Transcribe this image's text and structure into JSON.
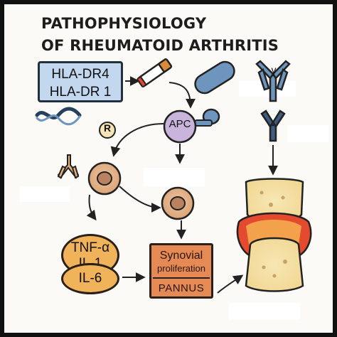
{
  "title": {
    "line1": "PATHOPHYSIOLOGY",
    "line2": "OF RHEUMATOID ARTHRITIS"
  },
  "genes": {
    "line1": "HLA-DR4",
    "line2": "HLA-DR 1"
  },
  "labels": {
    "apc": "APC",
    "receptor": "R",
    "antibody_symbol": "γ"
  },
  "cytokines": {
    "line1": "TNF-α",
    "line2": "IL-1",
    "line3": "IL-6"
  },
  "synovial": {
    "line1": "Synovial",
    "line2": "proliferation",
    "line3": "PANNUS"
  },
  "colors": {
    "gene_box": "#c3d8ee",
    "apc": "#c9b5dc",
    "cell": "#e2b48c",
    "cytokine": "#f1b35a",
    "synovial": "#e58a55",
    "antibody": "#6e95bd",
    "inflammation": "#e34a2e"
  }
}
